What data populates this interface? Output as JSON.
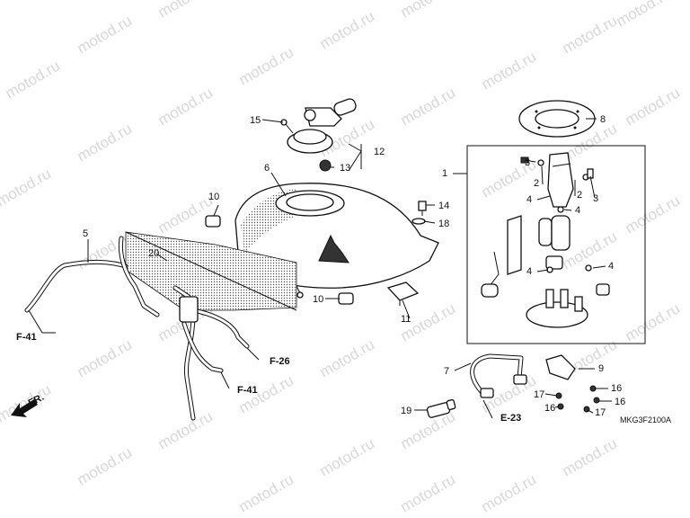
{
  "watermark": "motod.ru",
  "diagram_code": "MKG3F2100A",
  "direction_label": "FR.",
  "callouts": {
    "c1": "1",
    "c2a": "2",
    "c2b": "2",
    "c3a": "3",
    "c3b": "3",
    "c4a": "4",
    "c4b": "4",
    "c4c": "4",
    "c4d": "4",
    "c5": "5",
    "c6": "6",
    "c7": "7",
    "c8": "8",
    "c9": "9",
    "c10a": "10",
    "c10b": "10",
    "c11": "11",
    "c12": "12",
    "c13": "13",
    "c14": "14",
    "c15": "15",
    "c16a": "16",
    "c16b": "16",
    "c16c": "16",
    "c16d": "16",
    "c17a": "17",
    "c17b": "17",
    "c18": "18",
    "c19": "19",
    "c20": "20"
  },
  "refs": {
    "f41a": "F-41",
    "f41b": "F-41",
    "f26": "F-26",
    "e23": "E-23"
  },
  "colors": {
    "line": "#111111",
    "watermark": "#d8d8d8"
  }
}
